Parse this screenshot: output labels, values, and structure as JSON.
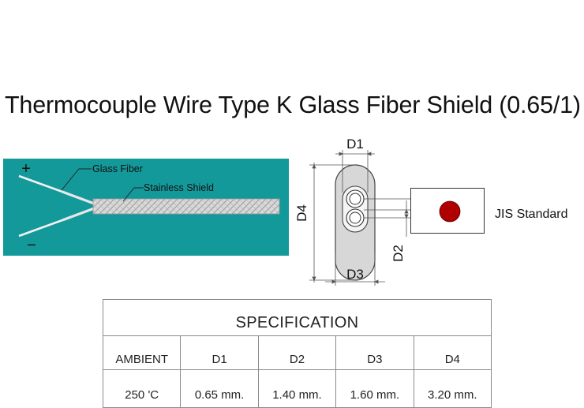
{
  "title": "Thermocouple Wire Type K Glass Fiber Shield (0.65/1)",
  "wire_diagram": {
    "plus_sign": "+",
    "minus_sign": "−",
    "glass_fiber_label": "Glass Fiber",
    "shield_label": "Stainless Shield",
    "background_color": "#14999a"
  },
  "cross_section": {
    "d1_label": "D1",
    "d2_label": "D2",
    "d3_label": "D3",
    "d4_label": "D4"
  },
  "jis": {
    "label": "JIS Standard",
    "dot_color": "#b00000"
  },
  "spec": {
    "heading": "SPECIFICATION",
    "columns": [
      "AMBIENT",
      "D1",
      "D2",
      "D3",
      "D4"
    ],
    "values": [
      "250 'C",
      "0.65 mm.",
      "1.40 mm.",
      "1.60 mm.",
      "3.20 mm."
    ]
  }
}
